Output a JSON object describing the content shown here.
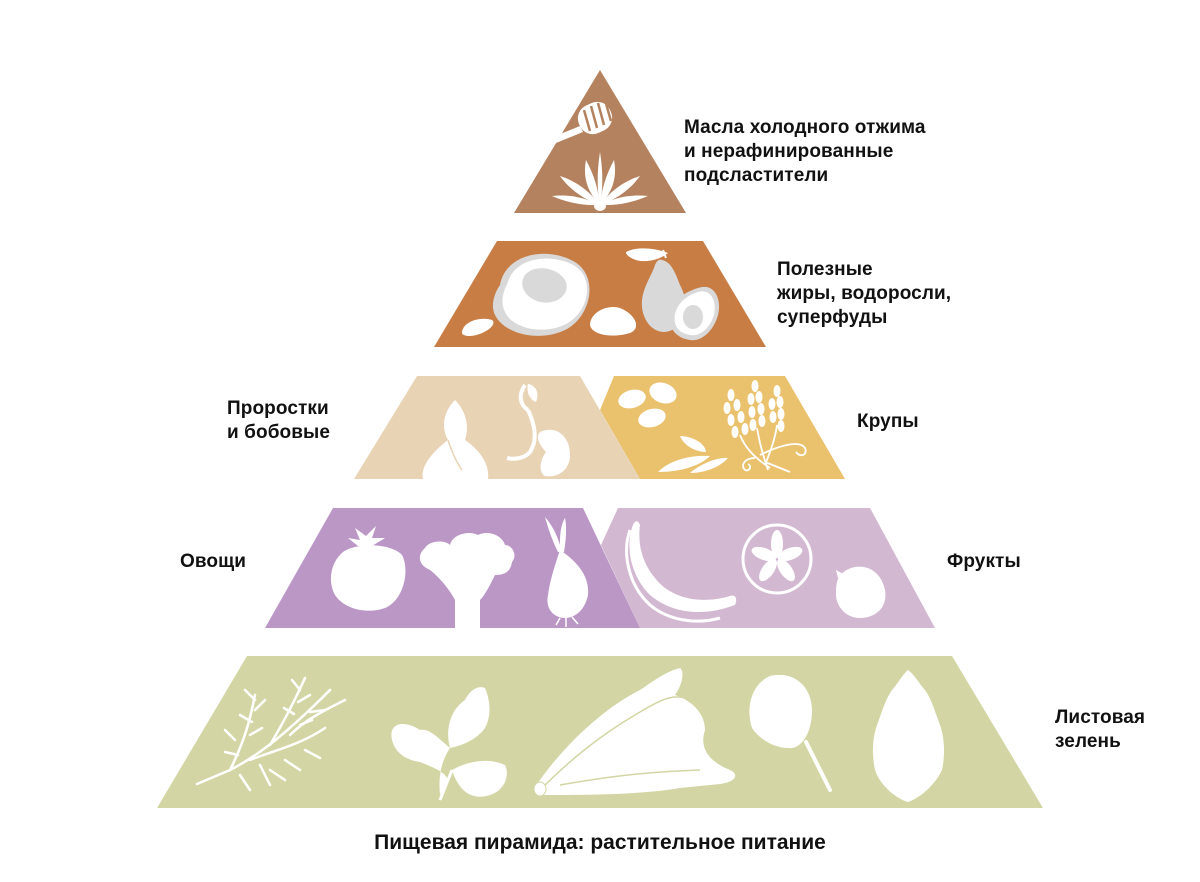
{
  "caption": "Пищевая пирамида: растительное питание",
  "colors": {
    "oils": "#B5825F",
    "fats": "#C87D44",
    "sprouts": "#E8D4B5",
    "grains": "#EAC26E",
    "vegetables": "#BB97C6",
    "fruits": "#D3B8D2",
    "greens": "#D3D6A4",
    "icon_fill": "#FFFFFF",
    "icon_shade": "#D9D9D9"
  },
  "levels": {
    "oils": {
      "lines": [
        "Масла холодного отжима",
        "и нерафинированные",
        "подсластители"
      ],
      "icons": [
        "honey-dipper",
        "agave"
      ]
    },
    "fats": {
      "lines": [
        "Полезные",
        "жиры, водоросли,",
        "суперфуды"
      ],
      "icons": [
        "coconut",
        "almond",
        "almond",
        "avocado",
        "leaf"
      ]
    },
    "sprouts": {
      "lines": [
        "Проростки",
        "и бобовые"
      ],
      "icons": [
        "garlic-sprout",
        "bean-sprout"
      ]
    },
    "grains": {
      "lines": [
        "Крупы"
      ],
      "icons": [
        "grain-seeds",
        "oat-flakes",
        "wheat-ears"
      ]
    },
    "vegetables": {
      "lines": [
        "Овощи"
      ],
      "icons": [
        "tomato",
        "broccoli",
        "onion"
      ]
    },
    "fruits": {
      "lines": [
        "Фрукты"
      ],
      "icons": [
        "banana",
        "citrus-slice",
        "strawberry"
      ]
    },
    "greens": {
      "lines": [
        "Листовая",
        "зелень"
      ],
      "icons": [
        "dill",
        "parsley",
        "chinese-cabbage",
        "spinach-leaf",
        "nettle-leaf"
      ]
    }
  }
}
